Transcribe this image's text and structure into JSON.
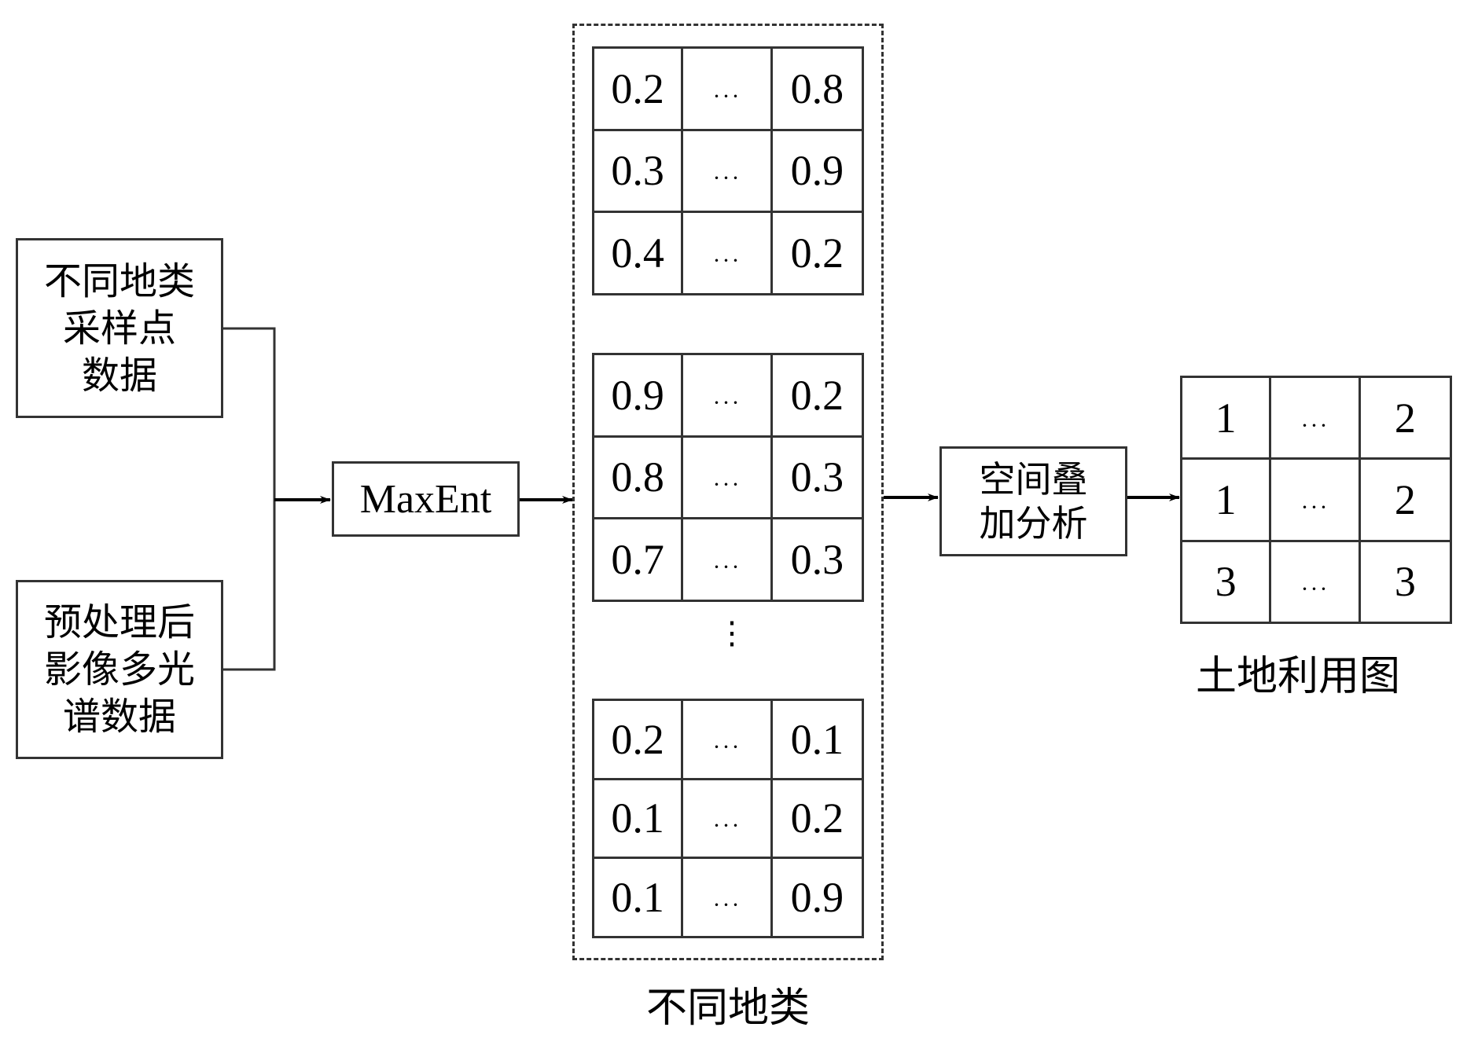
{
  "inputs": [
    {
      "label": "不同地类\n采样点\n数据"
    },
    {
      "label": "预处理后\n影像多光\n谱数据"
    }
  ],
  "model": {
    "label": "MaxEnt"
  },
  "probability_grids": {
    "caption": "不同地类",
    "continuation_symbol": "⋮",
    "grids": [
      {
        "rows": [
          [
            "0.2",
            "···",
            "0.8"
          ],
          [
            "0.3",
            "···",
            "0.9"
          ],
          [
            "0.4",
            "···",
            "0.2"
          ]
        ]
      },
      {
        "rows": [
          [
            "0.9",
            "···",
            "0.2"
          ],
          [
            "0.8",
            "···",
            "0.3"
          ],
          [
            "0.7",
            "···",
            "0.3"
          ]
        ]
      },
      {
        "rows": [
          [
            "0.2",
            "···",
            "0.1"
          ],
          [
            "0.1",
            "···",
            "0.2"
          ],
          [
            "0.1",
            "···",
            "0.9"
          ]
        ]
      }
    ]
  },
  "analysis": {
    "label": "空间叠\n加分析"
  },
  "output_map": {
    "caption": "土地利用图",
    "rows": [
      [
        "1",
        "···",
        "2"
      ],
      [
        "1",
        "···",
        "2"
      ],
      [
        "3",
        "···",
        "3"
      ]
    ]
  }
}
